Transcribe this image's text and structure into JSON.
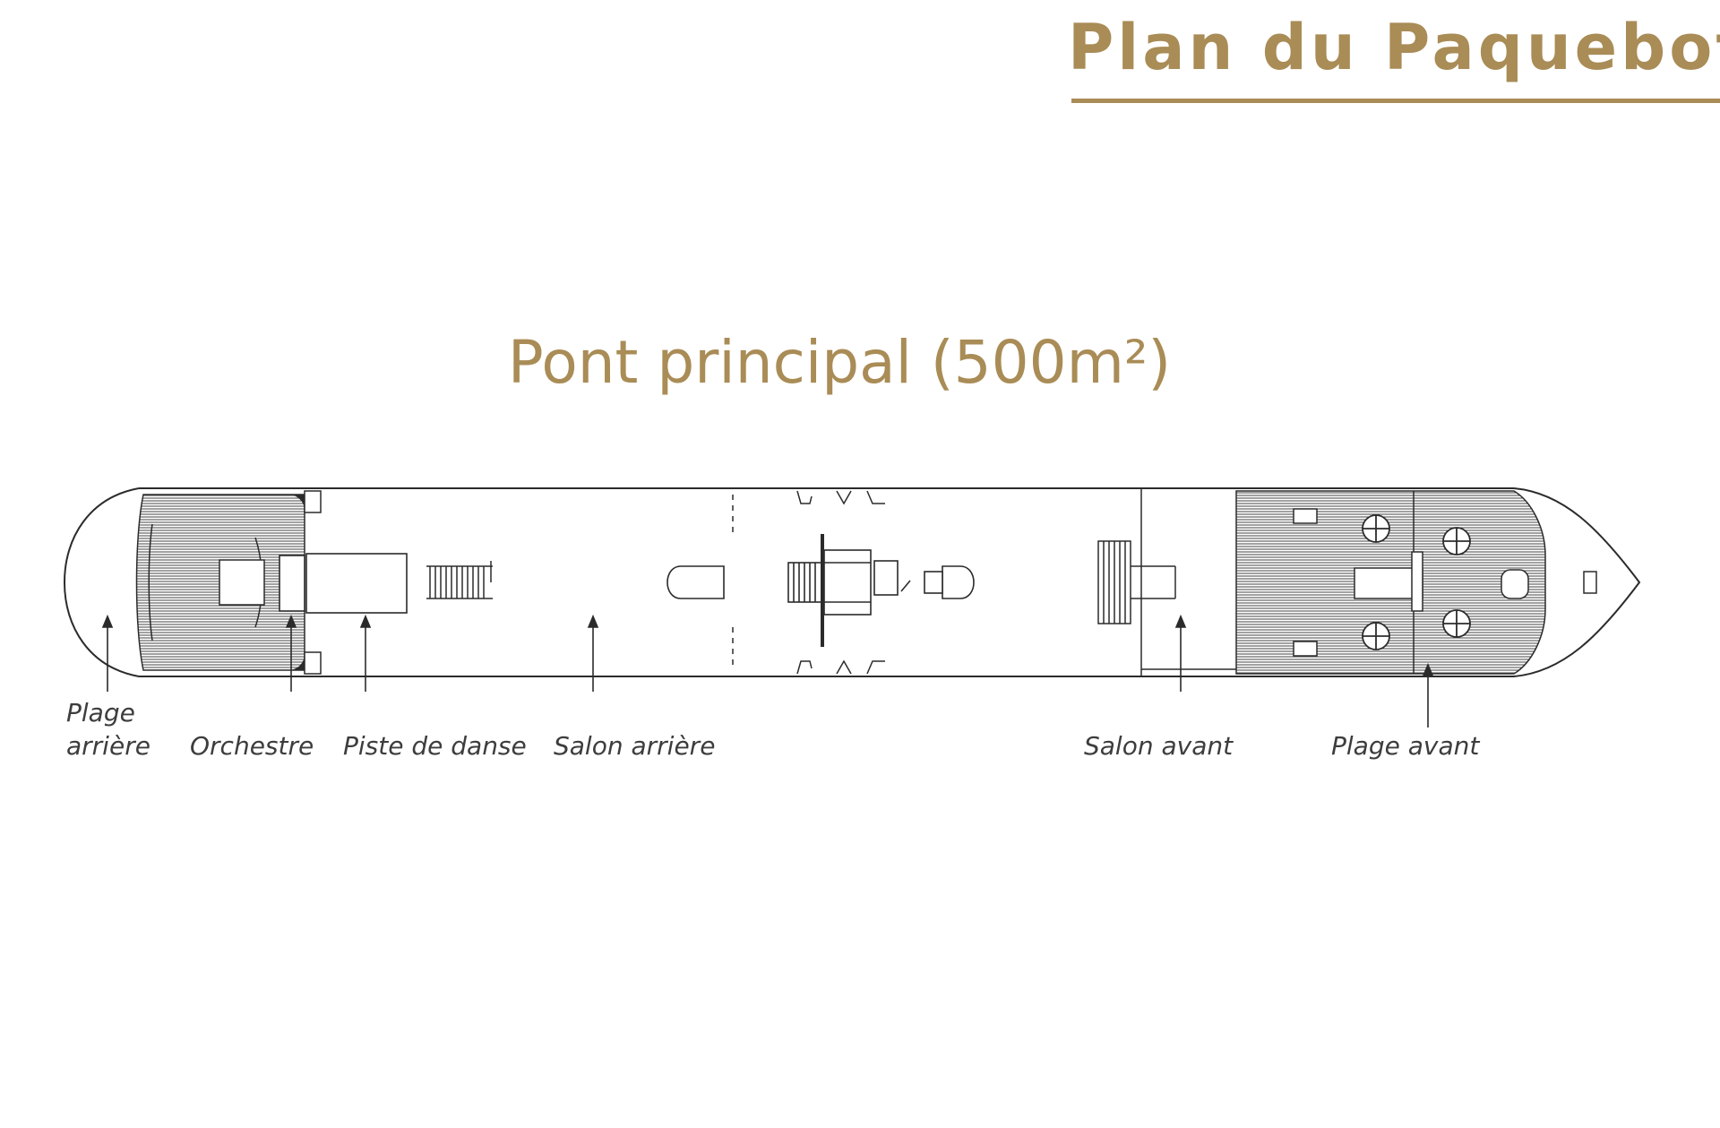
{
  "header": {
    "title": "Plan du Paquebot"
  },
  "deck": {
    "title": "Pont principal (500m²)"
  },
  "labels": {
    "plage_arriere_1": "Plage",
    "plage_arriere_2": "arrière",
    "orchestre": "Orchestre",
    "piste_de_danse": "Piste de danse",
    "salon_arriere": "Salon arrière",
    "salon_avant": "Salon avant",
    "plage_avant": "Plage avant"
  },
  "colors": {
    "accent_gold": "#a98c56",
    "line": "#2b2b2b",
    "label_text": "#3d3d3d",
    "background": "#ffffff"
  }
}
